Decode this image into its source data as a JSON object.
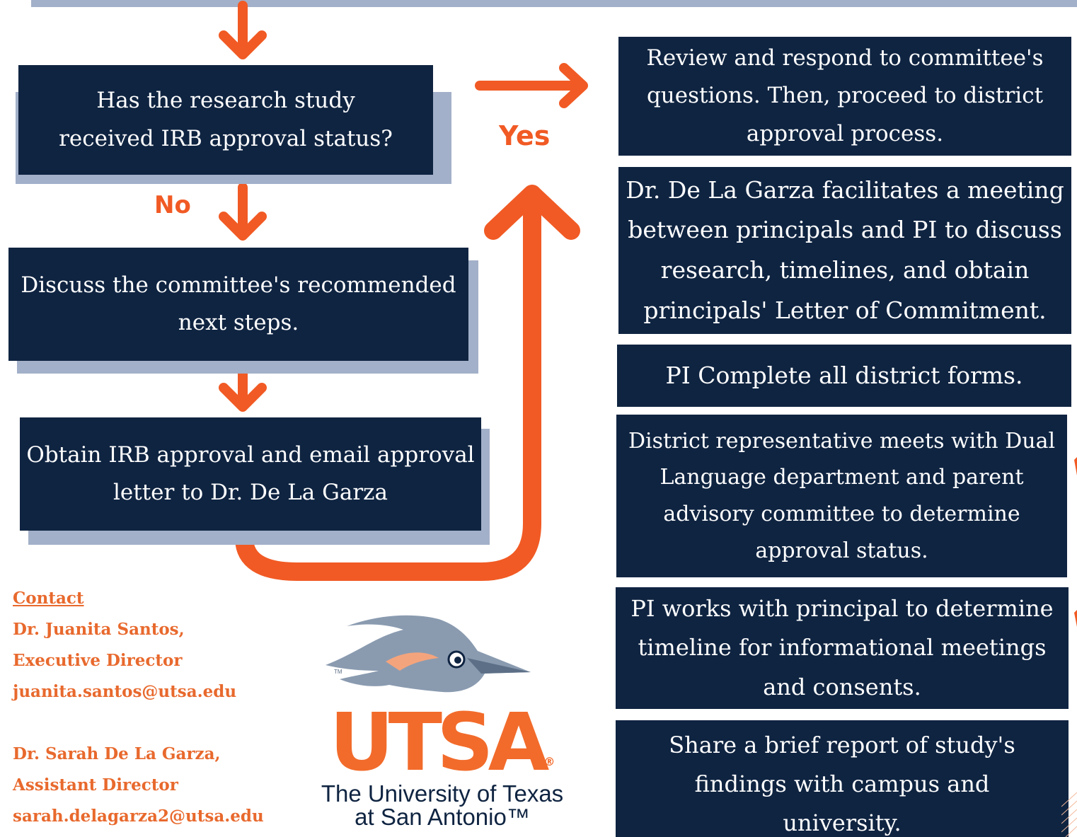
{
  "labels": {
    "yes": "Yes",
    "no": "No"
  },
  "left_steps": [
    {
      "lines": [
        "Has the research study",
        "received IRB approval status?"
      ]
    },
    {
      "lines": [
        "Discuss the committee's recommended",
        "next steps."
      ]
    },
    {
      "lines": [
        "Obtain IRB approval and email approval",
        "letter to Dr. De La Garza"
      ]
    }
  ],
  "right_steps": [
    {
      "lines": [
        "Review and respond to committee's",
        "questions. Then, proceed to district",
        "approval process."
      ]
    },
    {
      "lines": [
        "Dr. De La Garza facilitates a meeting",
        "between principals and PI to discuss",
        "research, timelines, and obtain",
        "principals' Letter of Commitment."
      ]
    },
    {
      "lines": [
        "PI Complete all district forms."
      ]
    },
    {
      "lines": [
        "District representative  meets with  Dual",
        "Language department and parent",
        "advisory committee to determine",
        "approval status."
      ]
    },
    {
      "lines": [
        "PI works with principal to determine",
        "timeline for informational meetings",
        "and consents."
      ]
    },
    {
      "lines": [
        "Share a brief report of study's",
        "findings with campus and",
        "university."
      ]
    }
  ],
  "contact": {
    "heading": "Contact ",
    "person1": {
      "name": "Dr. Juanita Santos,",
      "title": "Executive Director",
      "email": "juanita.santos@utsa.edu"
    },
    "person2": {
      "name": "Dr. Sarah De La Garza,",
      "title": "Assistant Director",
      "email": "sarah.delagarza2@utsa.edu"
    }
  },
  "logo": {
    "wordmark": "UTSA",
    "registered": "®",
    "line1": "The University of Texas",
    "line2": "at San Antonio™",
    "tm": "TM"
  },
  "colors": {
    "navy": "#0f2441",
    "shadow": "#a3b0c9",
    "orange": "#f15a24",
    "contact_orange": "#e8692d"
  }
}
